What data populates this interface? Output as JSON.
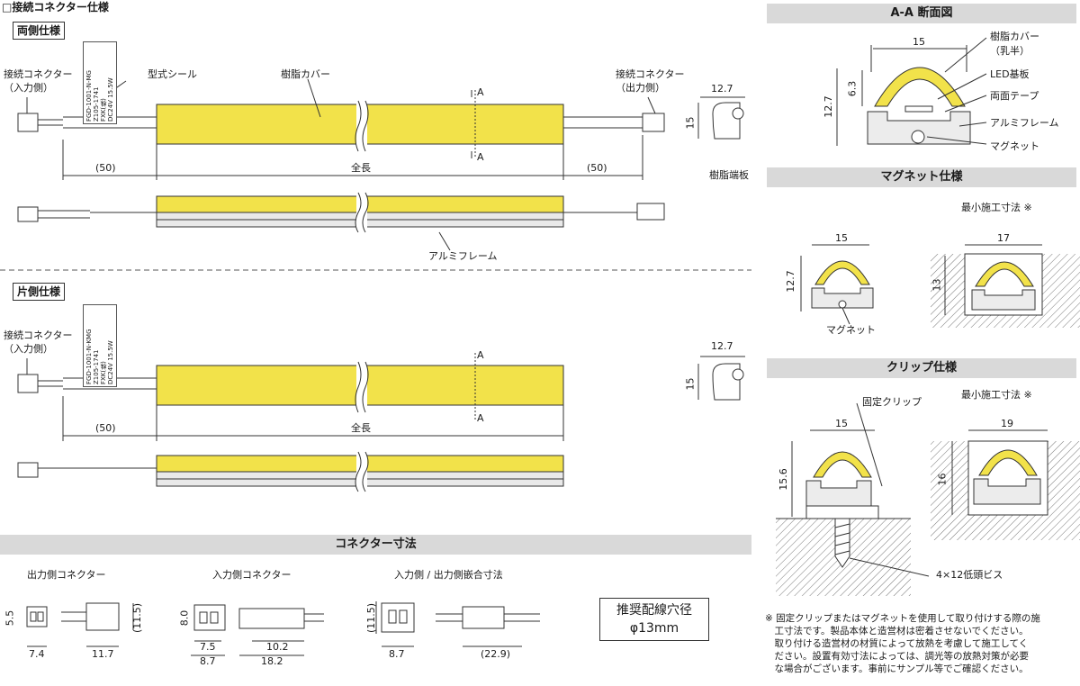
{
  "title": "□接続コネクター仕様",
  "both_side": {
    "tag": "両側仕様",
    "label_lines": [
      "FGD-1001-N-MG",
      "Z105-1741",
      "FXK(株)",
      "DC24V 15.5W"
    ],
    "input_connector": [
      "接続コネクター",
      "（入力側）"
    ],
    "output_connector": [
      "接続コネクター",
      "（出力側）"
    ],
    "seal": "型式シール",
    "resin_cover": "樹脂カバー",
    "dim_left": "(50)",
    "dim_total": "全長",
    "dim_right": "(50)",
    "section_mark": "A",
    "frame": "アルミフレーム",
    "end_w": "12.7",
    "end_h": "15",
    "end_plate": "樹脂端板"
  },
  "single_side": {
    "tag": "片側仕様",
    "label_lines": [
      "FGD-1001-N-KMG",
      "Z105-1741",
      "FXK(株)",
      "DC24V 15.5W"
    ],
    "input_connector": [
      "接続コネクター",
      "（入力側）"
    ],
    "dim_left": "(50)",
    "dim_total": "全長",
    "section_mark": "A",
    "end_w": "12.7",
    "end_h": "15"
  },
  "connector_dims": {
    "header": "コネクター寸法",
    "output_title": "出力側コネクター",
    "input_title": "入力側コネクター",
    "mating_title": "入力側 / 出力側嵌合寸法",
    "out_h": "5.5",
    "out_w": "7.4",
    "out_len": "11.7",
    "out_side": "(11.5)",
    "in_h": "8.0",
    "in_w1": "7.5",
    "in_w2": "8.7",
    "in_len1": "10.2",
    "in_len2": "18.2",
    "mate_h": "(11.5)",
    "mate_w": "8.7",
    "mate_len": "(22.9)",
    "hole_title": "推奨配線穴径",
    "hole_value": "φ13mm"
  },
  "section": {
    "header": "A-A 断面図",
    "width": "15",
    "h1": "6.3",
    "h2": "12.7",
    "labels": [
      "樹脂カバー",
      "（乳半）",
      "LED基板",
      "両面テープ",
      "アルミフレーム",
      "マグネット"
    ]
  },
  "magnet": {
    "header": "マグネット仕様",
    "min_note": "最小施工寸法 ※",
    "w1": "15",
    "h1": "12.7",
    "magnet_label": "マグネット",
    "w2": "17",
    "h2": "13"
  },
  "clip": {
    "header": "クリップ仕様",
    "min_note": "最小施工寸法 ※",
    "fixed_clip": "固定クリップ",
    "w1": "15",
    "h1": "15.6",
    "w2": "19",
    "h2": "16",
    "screw": "4×12低頭ビス"
  },
  "note": [
    "※ 固定クリップまたはマグネットを使用して取り付けする際の施",
    "　工寸法です。製品本体と造営材は密着させないでください。",
    "　取り付ける造営材の材質によって放熱を考慮して施工してく",
    "　ださい。設置有効寸法によっては、調光等の放熱対策が必要",
    "　な場合がございます。事前にサンプル等でご確認ください。"
  ],
  "colors": {
    "led": "#f2e24a",
    "line": "#333333",
    "header_bg": "#d9d9d9"
  }
}
